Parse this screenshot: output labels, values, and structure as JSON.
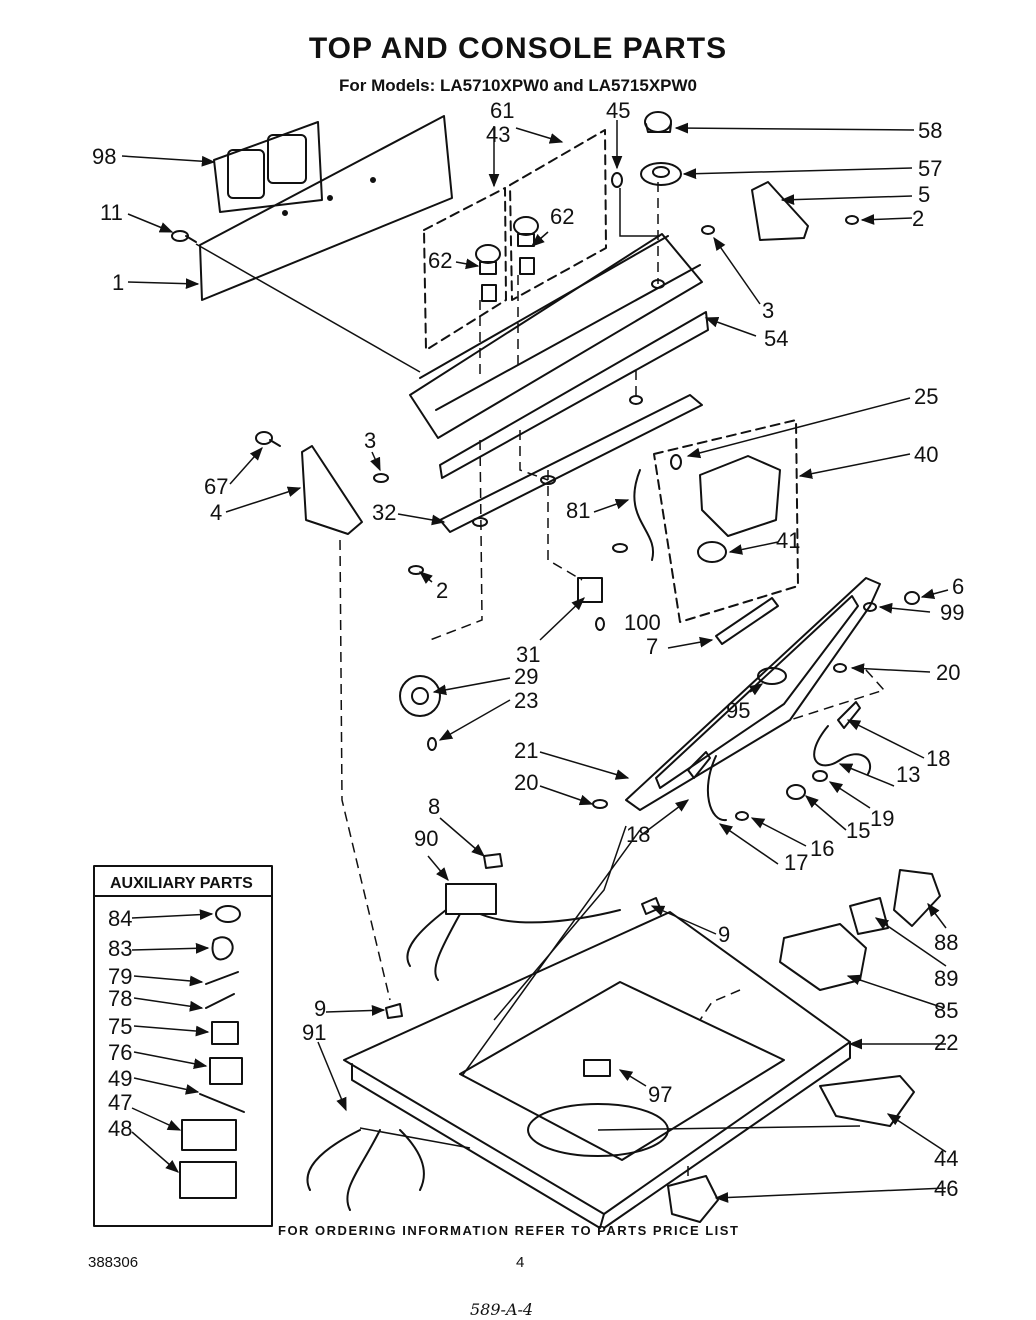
{
  "title": "TOP AND CONSOLE PARTS",
  "subtitle": "For Models: LA5710XPW0 and  LA5715XPW0",
  "aux_title": "AUXILIARY PARTS",
  "footer": "FOR ORDERING INFORMATION REFER TO PARTS PRICE LIST",
  "doc_number": "388306",
  "page_number": "4",
  "handwritten_note": "589-A-4"
}
